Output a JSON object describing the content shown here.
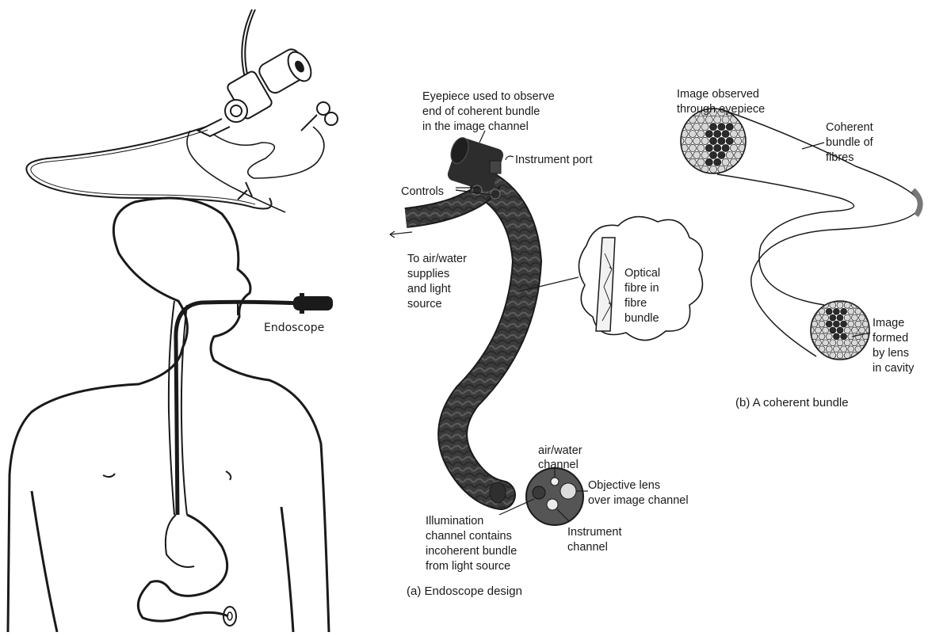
{
  "labels": {
    "endoscope": "Endoscope",
    "eyepiece": [
      "Eyepiece used to observe",
      "end of coherent bundle",
      "in the image channel"
    ],
    "instrument_port": "Instrument port",
    "controls": "Controls",
    "air_water_supplies": [
      "To air/water",
      "supplies",
      "and light",
      "source"
    ],
    "optical_fibre": [
      "Optical",
      "fibre in",
      "fibre",
      "bundle"
    ],
    "air_water_channel": [
      "air/water",
      "channel"
    ],
    "objective_lens": [
      "Objective lens",
      "over image channel"
    ],
    "instrument_channel": [
      "Instrument",
      "channel"
    ],
    "illumination_channel": [
      "Illumination",
      "channel contains",
      "incoherent bundle",
      "from light source"
    ],
    "caption_a": "(a) Endoscope design",
    "image_observed": [
      "Image observed",
      "through eyepiece"
    ],
    "coherent_bundle": [
      "Coherent",
      "bundle of",
      "fibres"
    ],
    "image_formed": [
      "Image",
      "formed",
      "by lens",
      "in cavity"
    ],
    "caption_b": "(b) A coherent bundle"
  },
  "colors": {
    "ink": "#1a1a1a",
    "tube_fill": "#3a3a3a",
    "tube_mottle": "#5a5a5a",
    "light_fibre": "#d8d8d8",
    "dark_fibre": "#2a2a2a"
  }
}
